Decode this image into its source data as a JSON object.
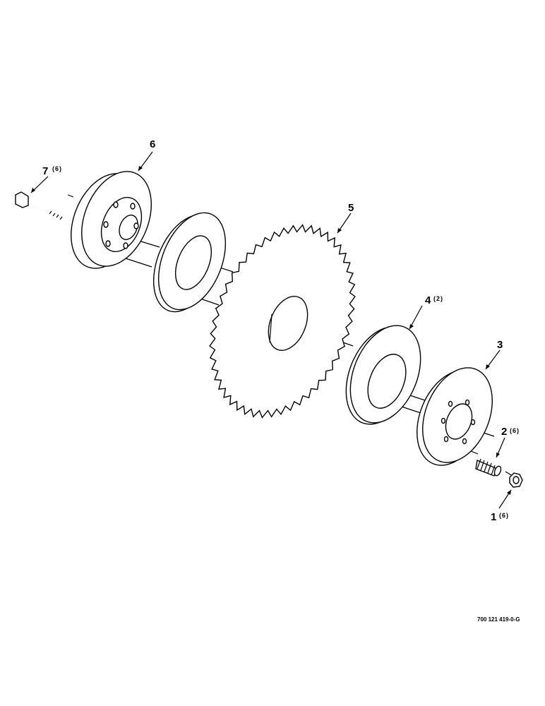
{
  "drawing_number": "700 121 419-0-G",
  "callouts": [
    {
      "id": "1",
      "qty": "(6)"
    },
    {
      "id": "2",
      "qty": "(6)"
    },
    {
      "id": "3",
      "qty": ""
    },
    {
      "id": "4",
      "qty": "(2)"
    },
    {
      "id": "5",
      "qty": ""
    },
    {
      "id": "6",
      "qty": ""
    },
    {
      "id": "7",
      "qty": "(6)"
    }
  ]
}
